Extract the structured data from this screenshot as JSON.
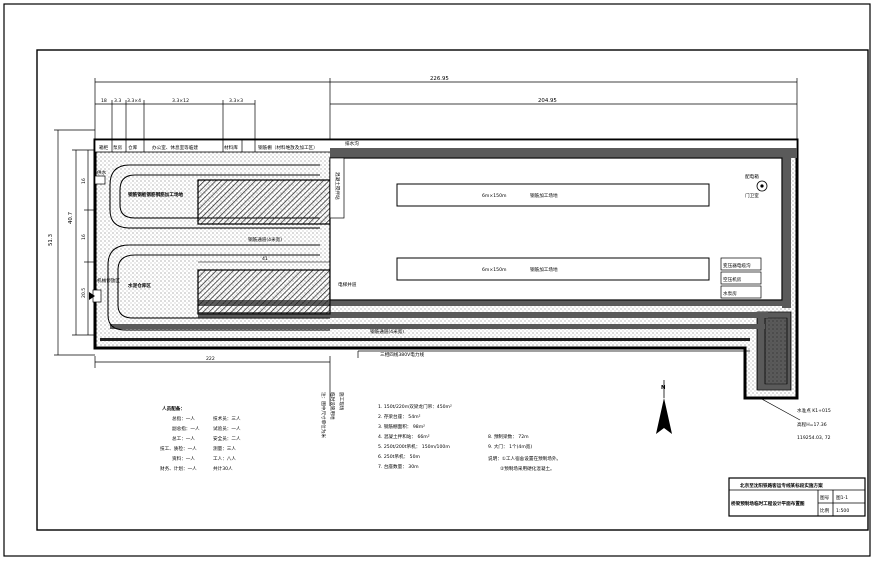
{
  "drawing": {
    "dims": {
      "overall_length": "226.95",
      "inner_length": "204.95",
      "top_segments": [
        "18",
        "3.3",
        "3.3×4",
        "3.3×12",
        "3.3×3"
      ],
      "left_total": "51.3",
      "left_mid": "40.7",
      "left_parts": [
        "16",
        "16",
        "20.5"
      ],
      "bottom_length": "222",
      "mid_length": "41"
    },
    "header_row": {
      "cells": [
        "箱柜",
        "泵房",
        "仓库",
        "办公室、休息室等临建",
        "材料库"
      ],
      "note": "钢筋棚（材料堆放及加工区）"
    },
    "labels": {
      "rebar_area": "钢筋钢板钢筋钢筋加工场地",
      "lift_shaft": "电梯井道",
      "cement_area": "水泥仓库区",
      "left_side": "机械停放区",
      "mid_road": "钢筋通道(4米宽)",
      "road_bottom": "钢筋通道(4米宽)",
      "power_line": "三相四线380V电力线",
      "beam1": "6m×150m",
      "beam1_label": "钢筋加工场地",
      "beam2": "6m×150m",
      "beam2_label": "钢筋加工场地",
      "right_mark": "配电箱",
      "right_mark2": "门卫室",
      "right_box": [
        "变压器电缆沟",
        "空压机房",
        "水泵房"
      ],
      "gate_area": "混凝土搅拌站",
      "top_tag": "排水沟",
      "access_left": "供水",
      "lower_mark": "施工区",
      "water_note": "水准点",
      "bm": [
        "水准点 K1+015",
        "高程H=17.36",
        "119254.03, 72"
      ]
    },
    "vertical_text": {
      "col1": "注：图中尺寸单位为米",
      "col2": "临时设施用地",
      "col3": "施工现场"
    },
    "legend_left": {
      "title": "人员配备：",
      "rows": [
        [
          "总指：一人",
          "技术员：三人"
        ],
        [
          "副总指：一人",
          "试验员：一人"
        ],
        [
          "总工：一人",
          "安全员：二人"
        ],
        [
          "技工、质检：一人",
          "测量：三人"
        ],
        [
          "资料：一人",
          "工人：八人"
        ],
        [
          "财务、计划：一人",
          "共计30人"
        ]
      ]
    },
    "legend_right": {
      "items": [
        "1. 150t/220m双梁龙门吊：450m²",
        "2. 存梁台座：    54m²",
        "3. 钢筋棚面积：    98m²",
        "4. 混凝土拌和站：  66m²",
        "5. 250t/200t吊机：  150m/100m",
        "6. 250t吊机：    50m",
        "7. 台座数量：    30m"
      ],
      "items2": [
        "8. 预制梁数：    72m",
        "9. 大门：    1个(4m宽)"
      ],
      "notes": [
        "说明：①工人宿舍设置在预制场外。",
        "②预制场采用硬化混凝土。"
      ]
    },
    "north_label": "N",
    "title_block": {
      "project": "北京至沈阳铁路客运专线某标段实施方案",
      "drawing_name": "桥梁预制场临时工程设计平面布置图",
      "rows": [
        {
          "key": "图号",
          "val": "图1-1"
        },
        {
          "key": "比例",
          "val": "1:500"
        }
      ]
    },
    "colors": {
      "line": "#000000",
      "hatch": "#555555",
      "dots": "#777777",
      "paper": "#ffffff"
    }
  }
}
